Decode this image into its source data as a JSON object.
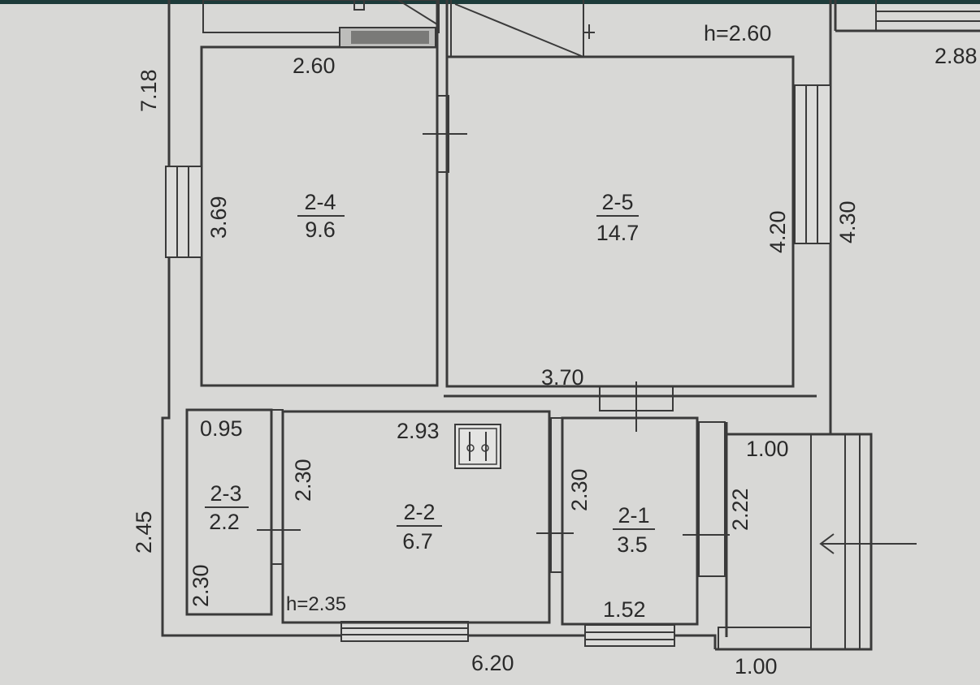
{
  "colors": {
    "paper": "#d8d8d6",
    "ink": "#3a3a3a",
    "top_band": "#1d3b3a"
  },
  "ceiling_heights": {
    "upper": "h=2.60",
    "lower": "h=2.35"
  },
  "rooms": [
    {
      "id": "2-4",
      "area": "9.6"
    },
    {
      "id": "2-5",
      "area": "14.7"
    },
    {
      "id": "2-3",
      "area": "2.2"
    },
    {
      "id": "2-2",
      "area": "6.7"
    },
    {
      "id": "2-1",
      "area": "3.5"
    }
  ],
  "dimensions": {
    "overall_left": "7.18",
    "room_2_4_top": "2.60",
    "room_2_4_left": "3.69",
    "room_2_5_bottom": "3.70",
    "room_2_5_right": "4.20",
    "outer_right": "4.30",
    "top_right_cut": "2.88",
    "room_2_3_top": "0.95",
    "room_2_3_right": "2.30",
    "room_2_3_bottom_left": "2.30",
    "lower_left": "2.45",
    "room_2_2_top": "2.93",
    "room_2_1_left": "2.30",
    "room_2_1_right": "2.22",
    "room_2_1_bottom": "1.52",
    "porch_top": "1.00",
    "porch_bottom": "1.00",
    "overall_bottom": "6.20"
  },
  "icons": {
    "stove": "stove-icon",
    "entry_arrow": "entry-arrow-icon"
  }
}
